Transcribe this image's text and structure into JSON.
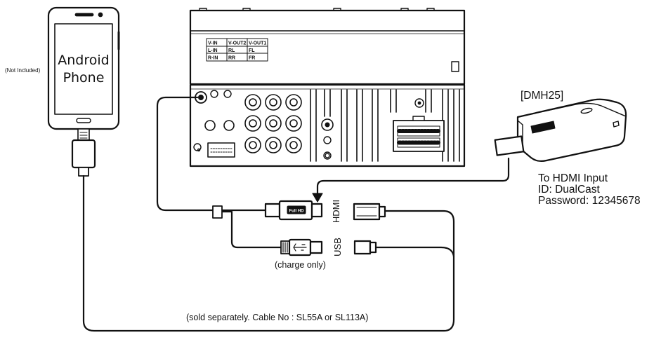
{
  "phone": {
    "line1": "Android",
    "line2": "Phone",
    "note": "(Not Included)"
  },
  "dongle": {
    "model": "[DMH25]",
    "line1": "To HDMI Input",
    "line2": "ID: DualCast",
    "line3": "Password: 12345678"
  },
  "cable": {
    "hdmi_label": "HDMI",
    "usb_label": "USB",
    "charge_note": "(charge only)",
    "sold_note": "(sold separately. Cable No : SL55A or SL113A)",
    "fullhd_badge": "Full HD"
  },
  "panel_table": {
    "headers": [
      "V-IN",
      "V-OUT2",
      "V-OUT1"
    ],
    "rows": [
      [
        "L-IN",
        "RL",
        "FL"
      ],
      [
        "R-IN",
        "RR",
        "FR"
      ]
    ]
  },
  "colors": {
    "line": "#111111",
    "panel_fill": "#ffffff",
    "screen_fill": "#f2f2f2"
  }
}
